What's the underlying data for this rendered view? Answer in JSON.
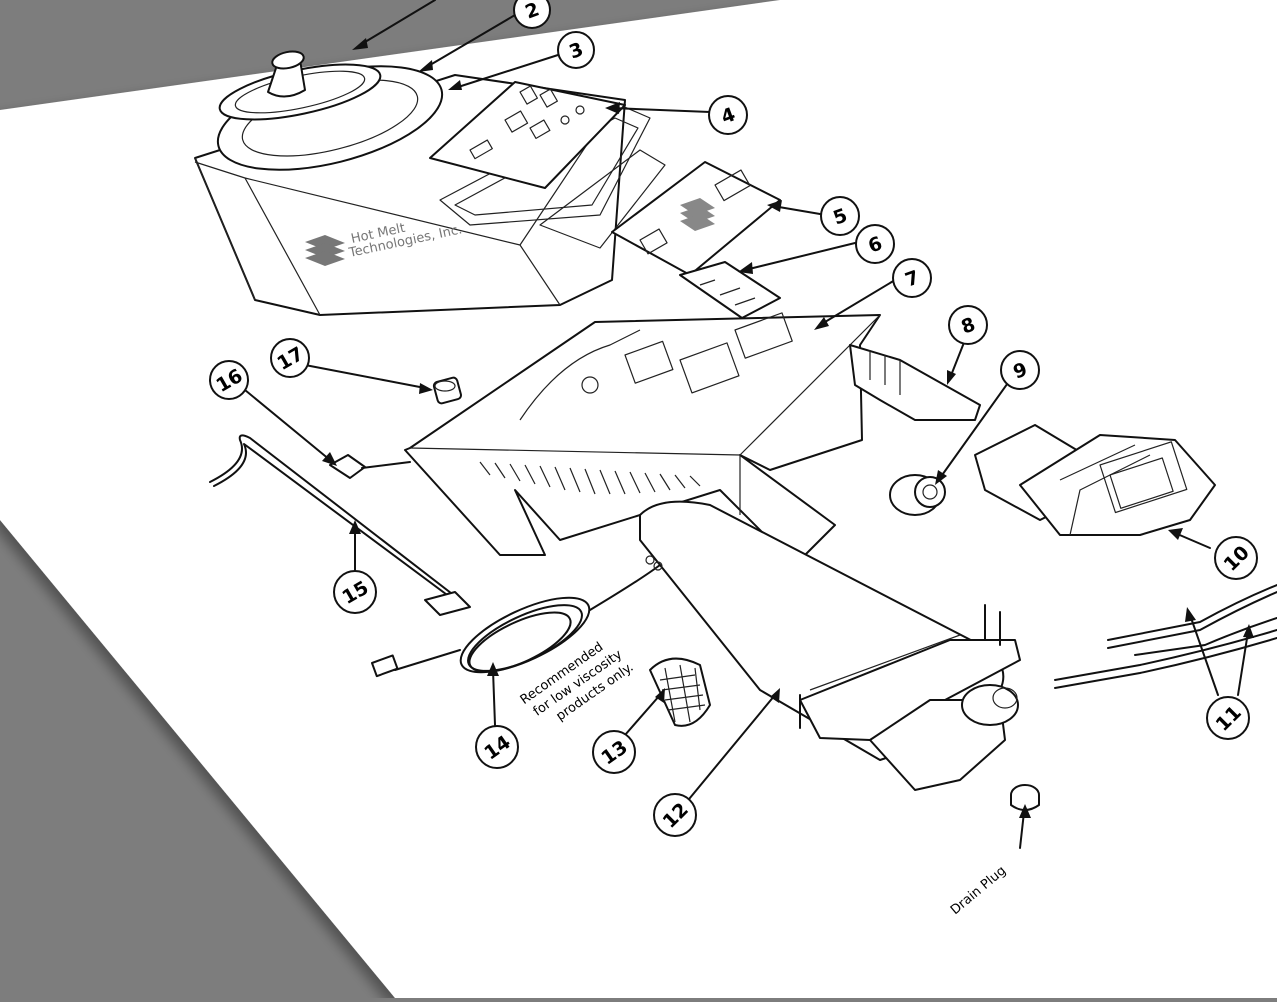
{
  "colors": {
    "background": "#7d7d7d",
    "sheet": "#ffffff",
    "ink": "#111111",
    "logo_gray": "#777777"
  },
  "logo": {
    "line1": "Hot Melt",
    "line2": "Technologies, Inc."
  },
  "callouts": [
    {
      "id": "2",
      "label": "2"
    },
    {
      "id": "3",
      "label": "3"
    },
    {
      "id": "4",
      "label": "4"
    },
    {
      "id": "5",
      "label": "5"
    },
    {
      "id": "6",
      "label": "6"
    },
    {
      "id": "7",
      "label": "7"
    },
    {
      "id": "8",
      "label": "8"
    },
    {
      "id": "9",
      "label": "9"
    },
    {
      "id": "10",
      "label": "10"
    },
    {
      "id": "11",
      "label": "11"
    },
    {
      "id": "12",
      "label": "12"
    },
    {
      "id": "13",
      "label": "13"
    },
    {
      "id": "14",
      "label": "14"
    },
    {
      "id": "15",
      "label": "15"
    },
    {
      "id": "16",
      "label": "16"
    },
    {
      "id": "17",
      "label": "17"
    }
  ],
  "notes": {
    "strainer_line1": "Recommended",
    "strainer_line2": "for low viscosity",
    "strainer_line3": "products only.",
    "drain_plug": "Drain Plug"
  }
}
